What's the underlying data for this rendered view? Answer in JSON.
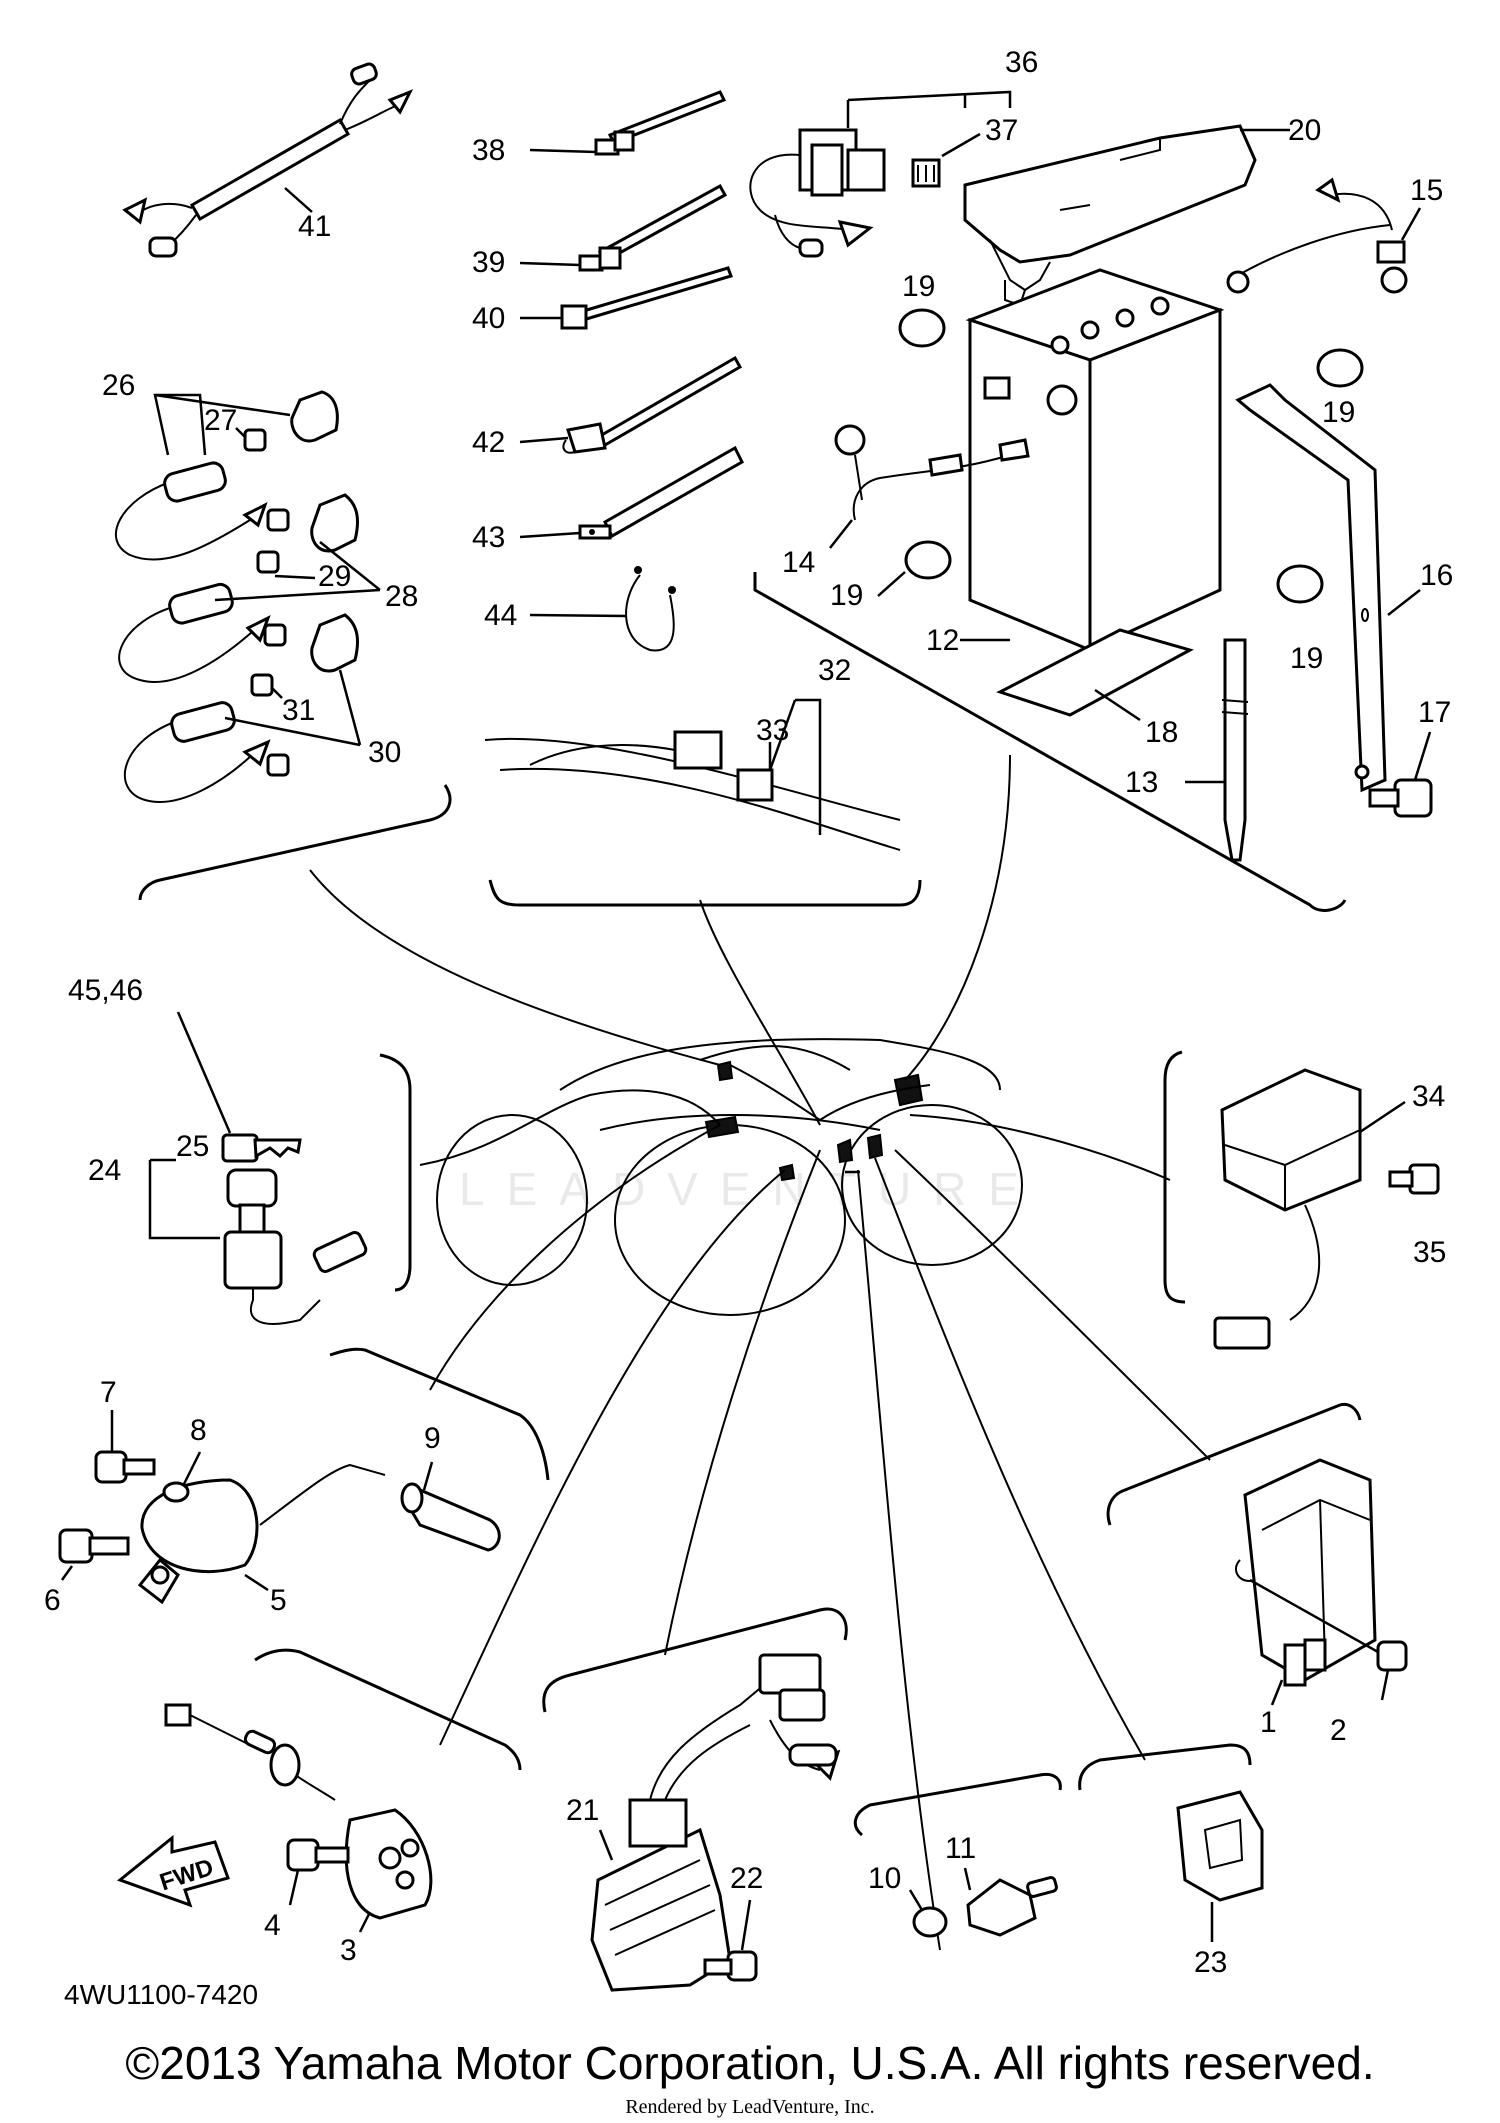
{
  "diagram_code": "4WU1100-7420",
  "fwd_label": "FWD",
  "watermark": "LEADVENTURE",
  "copyright": "©2013 Yamaha Motor Corporation, U.S.A. All rights reserved.",
  "rendered_by": "Rendered by LeadVenture, Inc.",
  "callouts": {
    "n1": "1",
    "n2": "2",
    "n3": "3",
    "n4": "4",
    "n5": "5",
    "n6": "6",
    "n7": "7",
    "n8": "8",
    "n9": "9",
    "n10": "10",
    "n11": "11",
    "n12": "12",
    "n13": "13",
    "n14": "14",
    "n15": "15",
    "n16": "16",
    "n17": "17",
    "n18": "18",
    "n19": "19",
    "n20": "20",
    "n21": "21",
    "n22": "22",
    "n23": "23",
    "n24": "24",
    "n25": "25",
    "n26": "26",
    "n27": "27",
    "n28": "28",
    "n29": "29",
    "n30": "30",
    "n31": "31",
    "n32": "32",
    "n33": "33",
    "n34": "34",
    "n35": "35",
    "n36": "36",
    "n37": "37",
    "n38": "38",
    "n39": "39",
    "n40": "40",
    "n41": "41",
    "n42": "42",
    "n43": "43",
    "n44": "44",
    "n4546": "45,46"
  }
}
